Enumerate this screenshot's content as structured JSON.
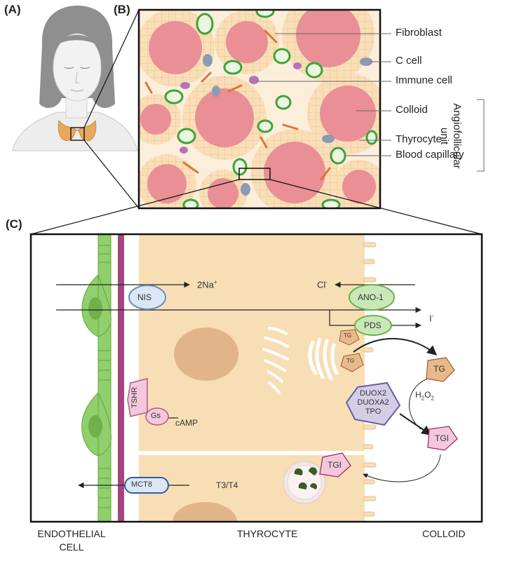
{
  "panels": {
    "a": "(A)",
    "b": "(B)",
    "c": "(C)"
  },
  "panel_b": {
    "labels": {
      "fibroblast": "Fibroblast",
      "c_cell": "C cell",
      "immune_cell": "Immune cell",
      "colloid": "Colloid",
      "thyrocyte": "Thyrocyte",
      "blood_capillary": "Blood capillary"
    },
    "bracket_label": "Angiofollicular unit",
    "bracket_lines": [
      "Angiofollicular",
      "unit"
    ]
  },
  "panel_c": {
    "transporters": {
      "nis": "NIS",
      "ano1": "ANO-1",
      "pds": "PDS",
      "mct8": "MCT8",
      "tshr": "TSHR",
      "gs": "Gs"
    },
    "ions": {
      "sodium": "2Na",
      "sodium_sup": "+",
      "chloride": "Cl",
      "chloride_sup": "-",
      "iodide": "I",
      "iodide_sup": "-"
    },
    "enzyme_lines": [
      "DUOX2",
      "DUOXA2",
      "TPO"
    ],
    "h2o2": {
      "h": "H",
      "sub1": "2",
      "o": "O",
      "sub2": "2"
    },
    "tg_small": "TG",
    "tg": "TG",
    "tgi": "TGI",
    "camp": "cAMP",
    "t3t4": "T3/T4"
  },
  "footer": {
    "endothelial_lines": [
      "ENDOTHELIAL",
      "CELL"
    ],
    "thyrocyte": "THYROCYTE",
    "colloid": "COLLOID"
  },
  "colors": {
    "colloid": "#e98f95",
    "thyrocyte_cytoplasm": "#f8deb4",
    "endothelial": "#90cf6b",
    "basement_membrane": "#a5457f",
    "nis_fill": "#dbe7f5",
    "ano1_fill": "#c9e8b8",
    "enzyme_fill": "#d4cde6",
    "tg_fill": "#e8b98a",
    "tgi_fill": "#f3c8dc"
  }
}
